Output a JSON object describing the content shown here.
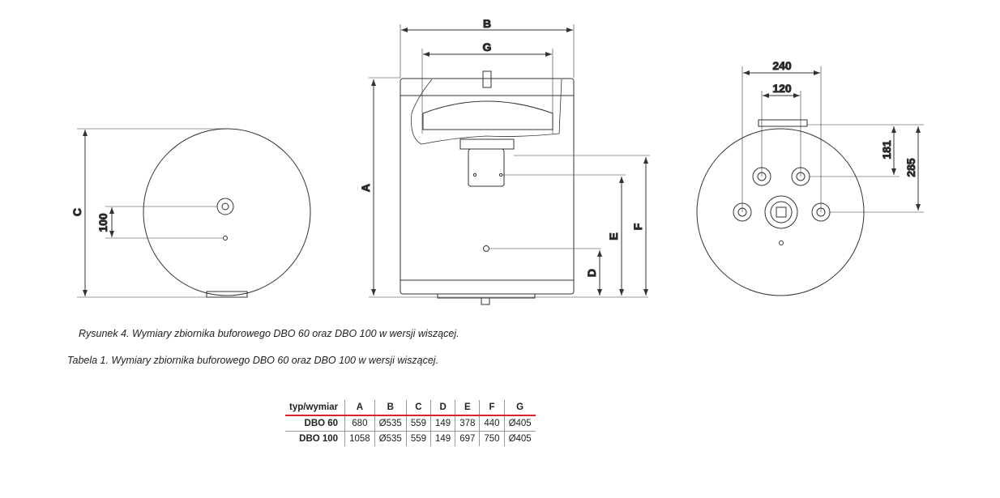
{
  "figure": {
    "labels": {
      "A": "A",
      "B": "B",
      "C": "C",
      "D": "D",
      "E": "E",
      "F": "F",
      "G": "G"
    },
    "side_dims": {
      "d100": "100"
    },
    "back_dims": {
      "d240": "240",
      "d120": "120",
      "d181": "181",
      "d285": "285"
    }
  },
  "captions": {
    "figure": "Rysunek 4. Wymiary zbiornika buforowego DBO 60 oraz DBO 100 w wersji wiszącej.",
    "table": "Tabela 1. Wymiary zbiornika buforowego DBO 60 oraz DBO 100 w wersji wiszącej."
  },
  "table": {
    "headers": [
      "typ/wymiar",
      "A",
      "B",
      "C",
      "D",
      "E",
      "F",
      "G"
    ],
    "rows": [
      [
        "DBO 60",
        "680",
        "Ø535",
        "559",
        "149",
        "378",
        "440",
        "Ø405"
      ],
      [
        "DBO 100",
        "1058",
        "Ø535",
        "559",
        "149",
        "697",
        "750",
        "Ø405"
      ]
    ]
  },
  "colors": {
    "accent": "#d9232e",
    "line": "#333333"
  }
}
